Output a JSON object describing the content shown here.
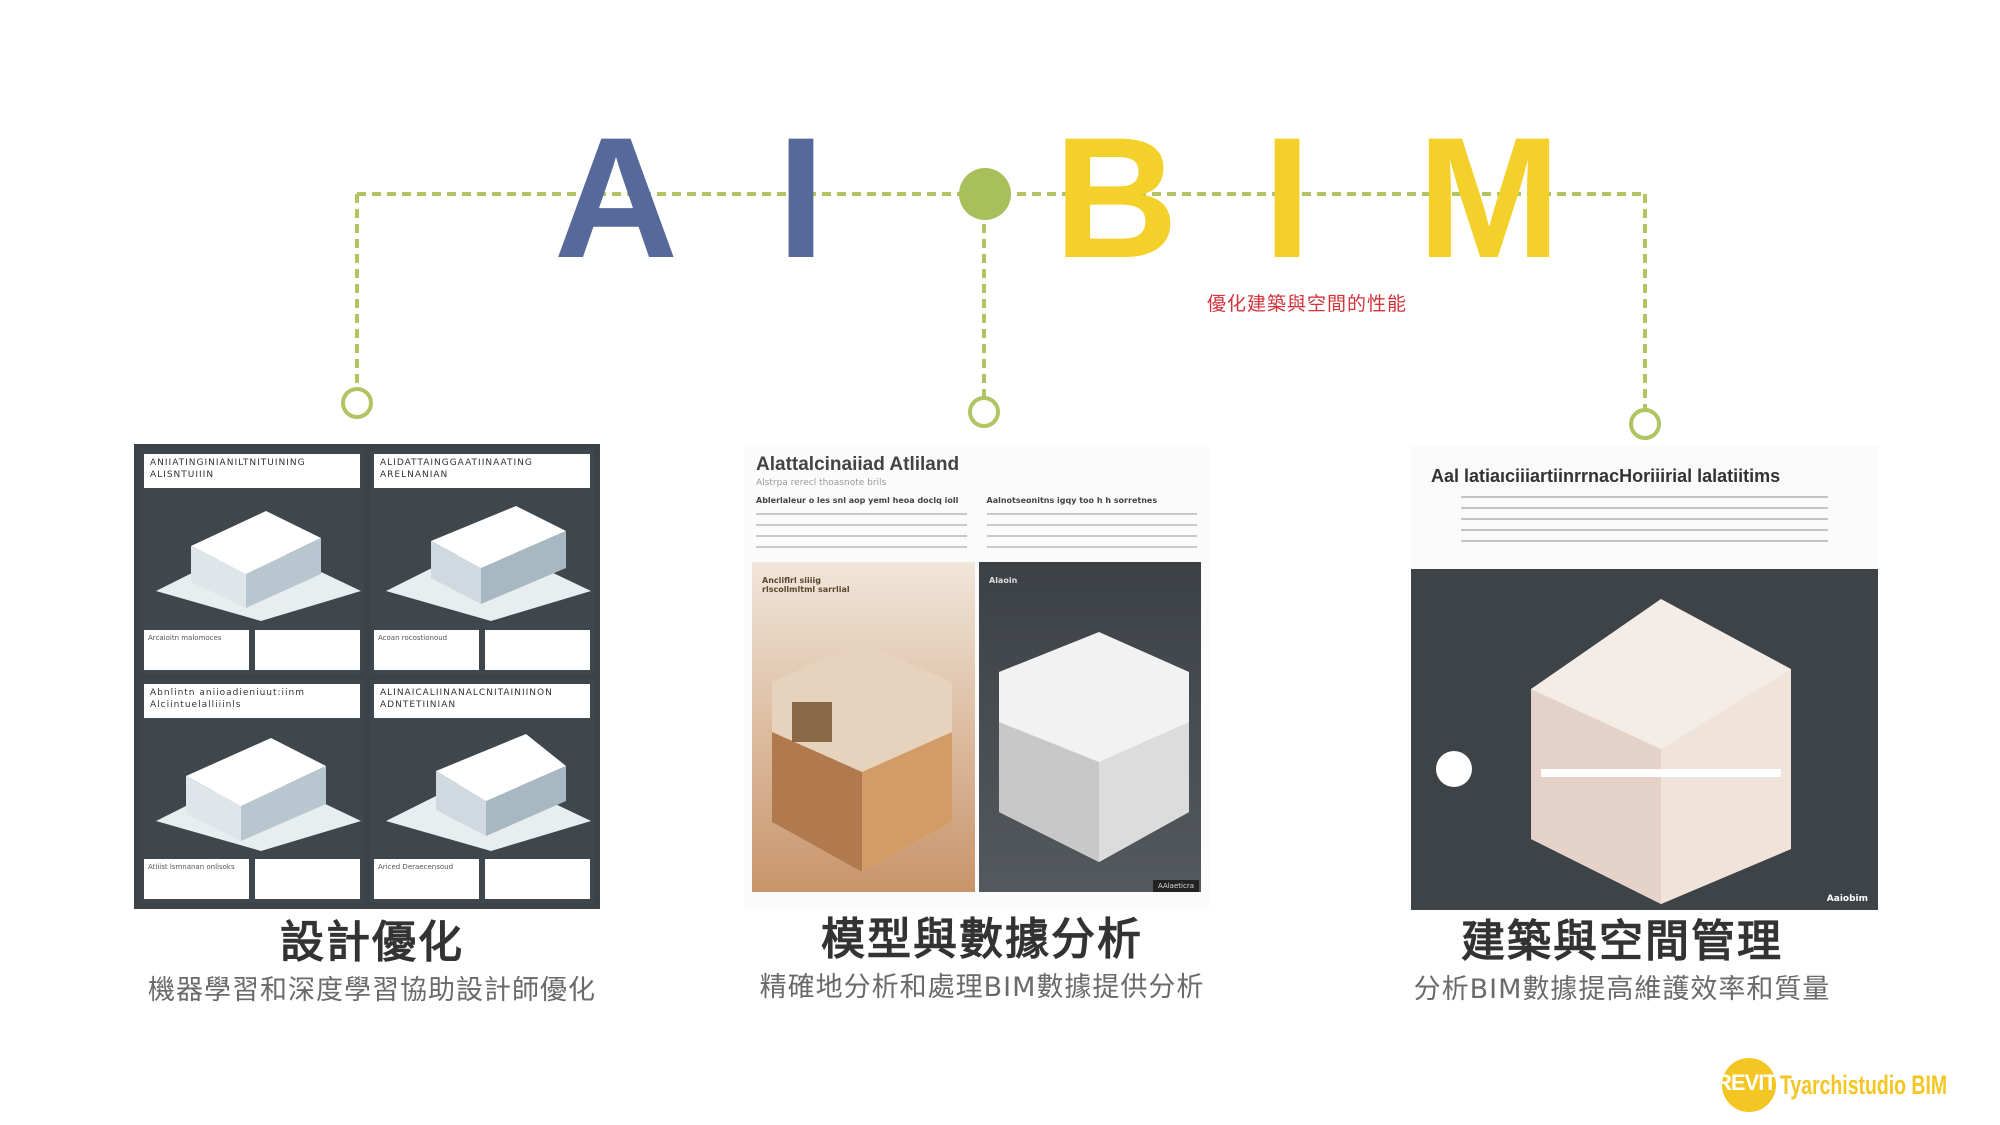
{
  "title": {
    "letters_ai": [
      "A",
      "I"
    ],
    "letters_bim": [
      "B",
      "I",
      "M"
    ],
    "subtitle": "優化建築與空間的性能"
  },
  "colors": {
    "ai": "#56699a",
    "bim": "#f3d02a",
    "connector": "#b0c562",
    "subtitle": "#d2343c"
  },
  "sections": [
    {
      "title": "設計優化",
      "subtitle": "機器學習和深度學習協助設計師優化",
      "image_headers": [
        "ANIIATINGINIANILTNITUINING ALISNTUIIIN",
        "ALIDATTAINGGAATIINAATING ARELNANIAN",
        "Abnlintn aniioadieniuut:iinm Alciintuelalliiinls",
        "ALINAICALIINANALCNITAINIINON ADNTETIINIAN"
      ],
      "image_footers": [
        "Arcaioitn malomoces",
        "Acoan rocostionoud",
        "Atliist lsmnanan onlisoks",
        "Ariced Deraecensoud"
      ]
    },
    {
      "title": "模型與數據分析",
      "subtitle": "精確地分析和處理BIM數據提供分析",
      "image_heading": "Alattalcinaiiad Atliland",
      "image_sub": "Alstrpa rerecl thoasnote brils",
      "image_col1": "Ablerlaleur o les snl aop yeml heoa doclq ioll",
      "image_col2": "Aalnotseonitns igqy too h h sorretnes",
      "image_left_label": "Ancliflrl siiiig rlscollmltml sarrlial",
      "image_right_label": "Alaoin",
      "image_badge": "AAlaeticra"
    },
    {
      "title": "建築與空間管理",
      "subtitle": "分析BIM數據提高維護效率和質量",
      "image_heading": "Aal latiaıciiiartiinrrnacHoriiirial lalatiitims",
      "image_badge": "Aaiobim"
    }
  ],
  "logo": {
    "badge": "REVIT",
    "text": "Tyarchistudio BIM"
  }
}
